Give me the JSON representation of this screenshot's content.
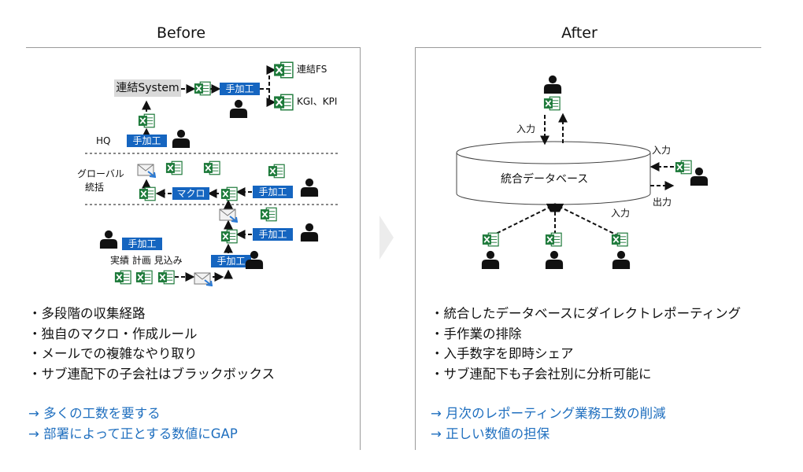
{
  "before": {
    "heading": "Before",
    "diagram": {
      "system_box": "連結System",
      "manual_process": "手加工",
      "output_fs": "連結FS",
      "output_kgi": "KGI、KPI",
      "hq_label": "HQ",
      "global_label_line1": "グローバル",
      "global_label_line2": "統括",
      "macro_box": "マクロ",
      "subsidiary_types": "実績 計画 見込み"
    },
    "bullets": [
      "・多段階の収集経路",
      "・独自のマクロ・作成ルール",
      "・メールでの複雑なやり取り",
      "・サブ連配下の子会社はブラックボックス"
    ],
    "conclusions": [
      "→ 多くの工数を要する",
      "→ 部署によって正とする数値にGAP"
    ]
  },
  "after": {
    "heading": "After",
    "diagram": {
      "database_label": "統合データベース",
      "input_label": "入力",
      "output_label": "出力"
    },
    "bullets": [
      "・統合したデータベースにダイレクトレポーティング",
      "・手作業の排除",
      "・入手数字を即時シェア",
      "・サブ連配下も子会社別に分析可能に"
    ],
    "conclusions": [
      "→ 月次のレポーティング業務工数の削減",
      "→ 正しい数値の担保"
    ]
  },
  "colors": {
    "accent_blue": "#1565c0",
    "conclusion_text": "#1f6fbf",
    "excel_green": "#1d7a3a",
    "divider_gray": "#9a9a9a"
  },
  "icons": [
    "person-icon",
    "excel-icon",
    "mail-icon",
    "chevron-right-icon"
  ]
}
